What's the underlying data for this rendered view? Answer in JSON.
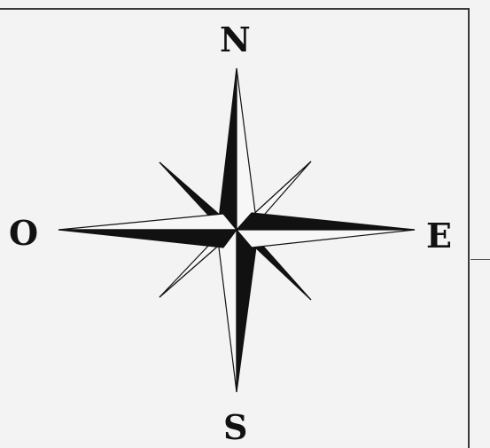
{
  "compass": {
    "north": "N",
    "south": "S",
    "west": "O",
    "east": "E"
  },
  "colors": {
    "ink": "#111111",
    "paper": "#f3f3f3"
  }
}
